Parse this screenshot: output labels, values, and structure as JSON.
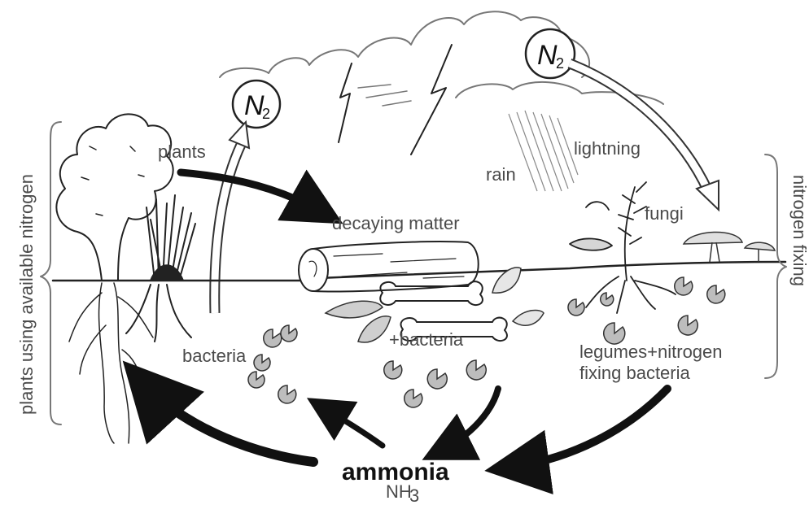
{
  "labels": {
    "plants": "plants",
    "decaying_matter": "decaying matter",
    "fungi": "fungi",
    "lightning": "lightning",
    "rain": "rain",
    "bacteria_plus": "+bacteria",
    "bacteria": "bacteria",
    "legumes": "legumes+nitrogen",
    "fixing_bacteria": "fixing bacteria",
    "ammonia": "ammonia",
    "nh3": "NH",
    "nh3_sub": "3",
    "n2_left": "N",
    "n2_left_sub": "2",
    "n2_right": "N",
    "n2_right_sub": "2",
    "side_left": "plants using available nitrogen",
    "side_right": "nitrogen fixing"
  },
  "colors": {
    "ink": "#222222",
    "label": "#4a4a4a",
    "bacteria_fill": "#bdbdbd"
  }
}
